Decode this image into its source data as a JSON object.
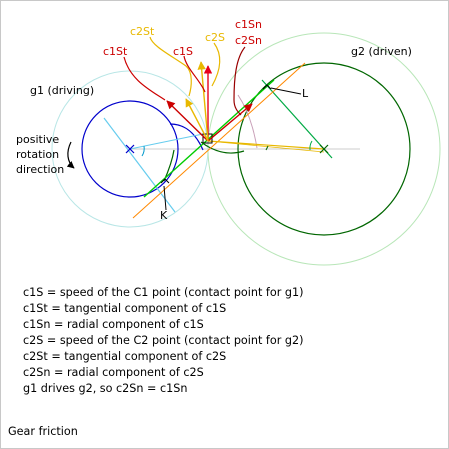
{
  "labels": {
    "c1St": "c1St",
    "c2St": "c2St",
    "c1S": "c1S",
    "c2S": "c2S",
    "c1Sn": "c1Sn",
    "c2Sn": "c2Sn",
    "g2": "g2 (driven)",
    "g1": "g1 (driving)",
    "L": "L",
    "K": "K",
    "rotation": [
      "positive",
      "rotation",
      "direction"
    ]
  },
  "legend": [
    "c1S = speed of the C1 point (contact point for g1)",
    "c1St = tangential component of c1S",
    "c1Sn = radial component of c1S",
    "c2S = speed of the C2 point (contact point for g2)",
    "c2St = tangential component of c2S",
    "c2Sn = radial component of c2S",
    "g1 drives g2, so c2Sn = c1Sn"
  ],
  "caption": "Gear friction",
  "colors": {
    "c1S": "#e8001c",
    "c1St": "#cc0000",
    "c1Sn": "#cc0000",
    "c2S": "#e8b800",
    "c2St": "#e8b800",
    "g1": "#0000cc",
    "g2": "#006600",
    "g1_outer": "#b8e6e6",
    "g2_outer": "#b8e6b8",
    "line_of_action": "#00cc00",
    "common_tangent": "#ff8800",
    "radius_line": "#66ccee",
    "rotation_arrow": "#000000"
  }
}
